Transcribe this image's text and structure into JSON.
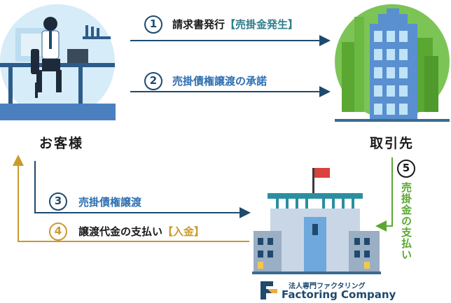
{
  "entities": {
    "customer": "お客様",
    "client": "取引先"
  },
  "steps": [
    {
      "num": "1",
      "text": "請求書発行",
      "highlight": "【売掛金発生】",
      "color": "#1e4a6e",
      "highlight_color": "#2e7d8c"
    },
    {
      "num": "2",
      "text": "売掛債権譲渡の承諾",
      "highlight": "",
      "color": "#1e4a6e",
      "highlight_color": ""
    },
    {
      "num": "3",
      "text": "売掛債権譲渡",
      "highlight": "",
      "color": "#1e4a6e",
      "highlight_color": ""
    },
    {
      "num": "4",
      "text": "譲渡代金の支払い",
      "highlight": "【入金】",
      "color": "#c99a2e",
      "highlight_color": "#c99a2e"
    },
    {
      "num": "5",
      "text": "売掛金の支払い",
      "highlight": "",
      "color": "#5aa832",
      "highlight_color": ""
    }
  ],
  "company": {
    "tagline": "法人専門ファクタリング",
    "name": "Factoring Company"
  },
  "colors": {
    "navy": "#1e4a6e",
    "gold": "#c99a2e",
    "green": "#5aa832",
    "step3_text": "#2e6fb0"
  }
}
